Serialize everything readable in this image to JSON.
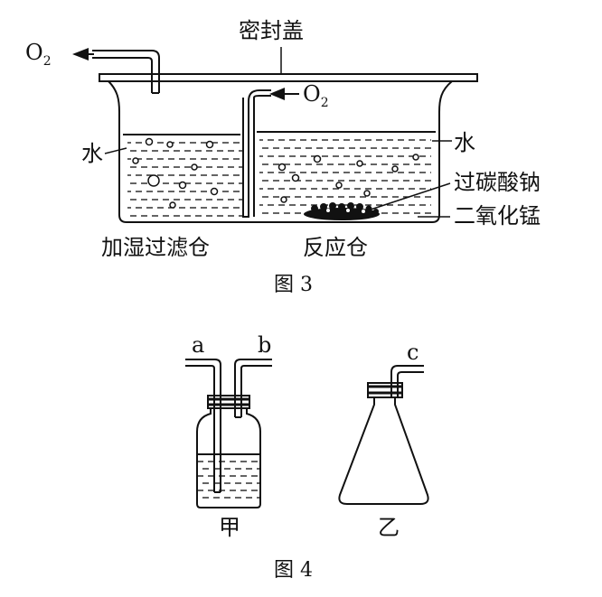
{
  "figure3": {
    "caption": "图 3",
    "lid_label": "密封盖",
    "o2_out_main": "O",
    "o2_out_sub": "2",
    "o2_in_main": "O",
    "o2_in_sub": "2",
    "water_left": "水",
    "water_right": "水",
    "reagent_1": "过碳酸钠",
    "reagent_2": "二氧化锰",
    "chamber_left": "加湿过滤仓",
    "chamber_right": "反应仓"
  },
  "figure4": {
    "caption": "图 4",
    "port_a": "a",
    "port_b": "b",
    "port_c": "c",
    "bottle_label": "甲",
    "flask_label": "乙"
  }
}
